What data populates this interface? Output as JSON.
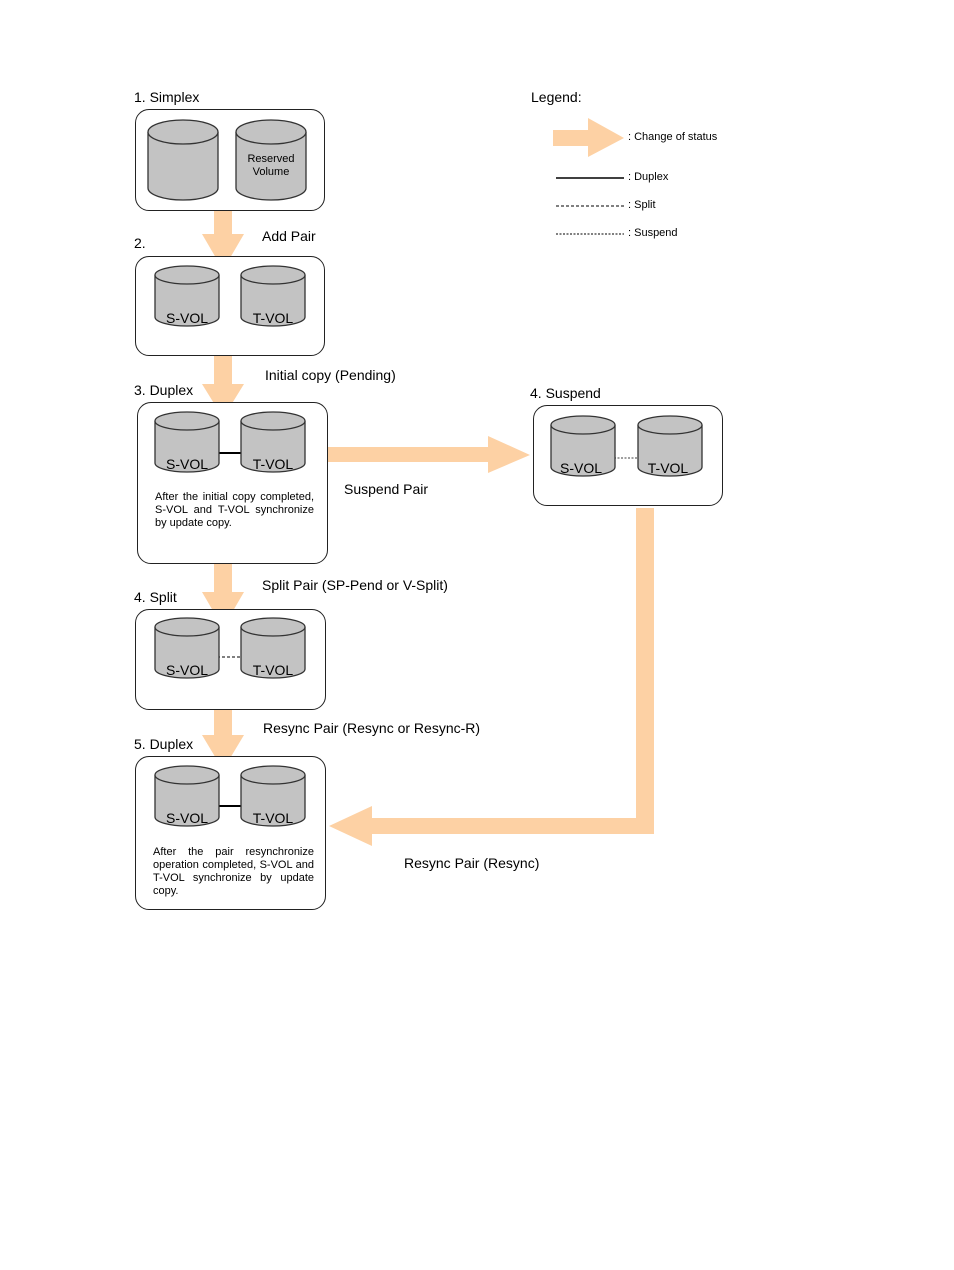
{
  "stages": {
    "simplex": {
      "title": "1. Simplex",
      "reserved": "Reserved\nVolume"
    },
    "pair": {
      "title": "2."
    },
    "duplex1": {
      "title": "3. Duplex",
      "note": "After the initial copy completed, S-VOL and T-VOL synchronize by update copy."
    },
    "suspend": {
      "title": "4. Suspend"
    },
    "split": {
      "title": "4. Split"
    },
    "duplex2": {
      "title": "5. Duplex",
      "note": "After the pair resynchronize operation completed, S-VOL and T-VOL synchronize by update copy."
    }
  },
  "volumes": {
    "svol": "S-VOL",
    "tvol": "T-VOL"
  },
  "transitions": {
    "add_pair": "Add Pair",
    "initial_copy": "Initial copy (Pending)",
    "suspend_pair": "Suspend Pair",
    "split_pair": "Split Pair (SP-Pend or V-Split)",
    "resync_pair": "Resync Pair (Resync or Resync-R)",
    "resync_suspend": "Resync Pair (Resync)"
  },
  "legend": {
    "title": "Legend:",
    "change": ": Change of status",
    "duplex": ": Duplex",
    "split": ": Split",
    "suspend": ": Suspend"
  },
  "colors": {
    "arrow": "#fdd1a4",
    "cylinder": "#c3c3c3"
  }
}
